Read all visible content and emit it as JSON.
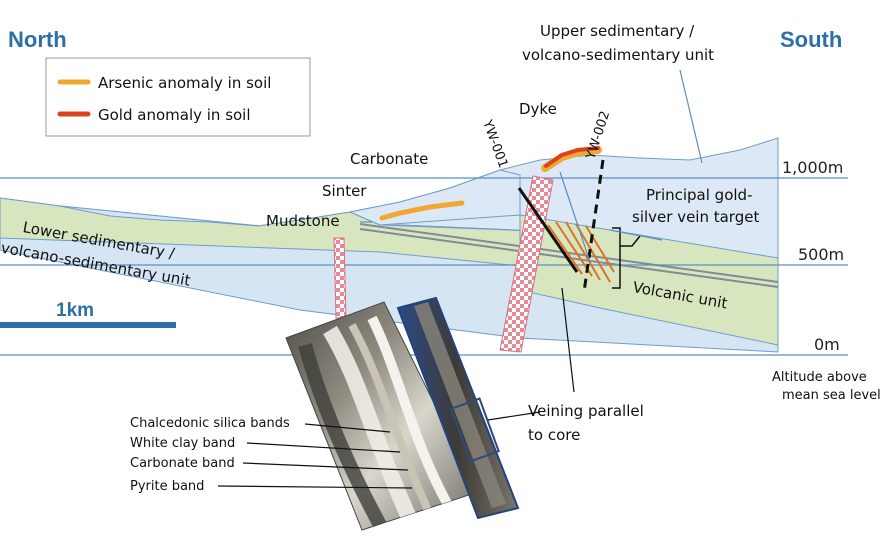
{
  "header": {
    "north": "North",
    "south": "South"
  },
  "legend": {
    "arsenic": {
      "label": "Arsenic anomaly in soil",
      "color": "#f0a830"
    },
    "gold": {
      "label": "Gold anomaly in soil",
      "color": "#d9431e"
    }
  },
  "units": {
    "upper_line1": "Upper sedimentary /",
    "upper_line2": "volcano-sedimentary unit",
    "lower_line1": "Lower sedimentary /",
    "lower_line2": "volcano-sedimentary unit",
    "volcanic": "Volcanic unit"
  },
  "features": {
    "carbonate": "Carbonate",
    "sinter": "Sinter",
    "mudstone": "Mudstone",
    "dyke": "Dyke",
    "target_line1": "Principal gold-",
    "target_line2": "silver vein target"
  },
  "drillholes": {
    "hole1": "YW-001",
    "hole2": "YW-002"
  },
  "elevations": {
    "e1000": "1,000m",
    "e500": "500m",
    "e0": "0m"
  },
  "altitude_note": {
    "line1": "Altitude above",
    "line2": "mean sea level"
  },
  "scale_bar": {
    "label": "1km"
  },
  "core": {
    "chalcedonic": "Chalcedonic silica bands",
    "clay": "White clay band",
    "carbonate_band": "Carbonate band",
    "pyrite": "Pyrite band",
    "veining_line1": "Veining parallel",
    "veining_line2": "to core"
  },
  "colors": {
    "accent": "#2f6fa8",
    "upper_unit": "#dde8f6",
    "lower_unit": "#d8e6bf",
    "outline": "#6f9dc8",
    "dyke": "#e58b95"
  }
}
